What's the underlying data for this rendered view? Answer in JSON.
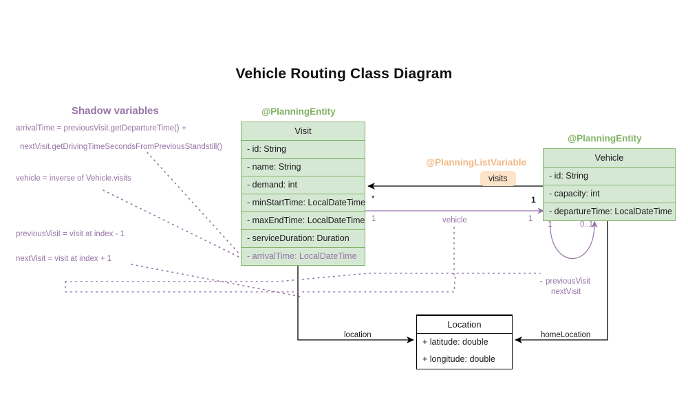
{
  "title": "Vehicle Routing Class Diagram",
  "colors": {
    "entity_fill": "#d5e8d4",
    "entity_stroke": "#82b366",
    "shadow_purple": "#9673a6",
    "list_variable_orange": "#f3b985",
    "badge_fill": "#fde3c8",
    "plain_stroke": "#000000"
  },
  "stereotypes": {
    "visit": "@PlanningEntity",
    "vehicle": "@PlanningEntity",
    "list_variable": "@PlanningListVariable"
  },
  "classes": {
    "visit": {
      "name": "Visit",
      "attributes": [
        "- id: String",
        "- name: String",
        "- demand: int",
        "- minStartTime: LocalDateTime",
        "- maxEndTime: LocalDateTime",
        "- serviceDuration: Duration",
        "- arrivalTime: LocalDateTime"
      ],
      "shadow_attribute_index": 6
    },
    "vehicle": {
      "name": "Vehicle",
      "attributes": [
        "- id: String",
        "- capacity: int",
        "- departureTime: LocalDateTime"
      ]
    },
    "location": {
      "name": "Location",
      "attributes": [
        "+ latitude: double",
        "+ longitude: double"
      ]
    }
  },
  "shadow_variables": {
    "heading": "Shadow variables",
    "notes": [
      "arrivalTime = previousVisit.getDepartureTime() +",
      "nextVisit.getDrivingTimeSecondsFromPreviousStandstill()",
      "vehicle = inverse of Vehicle.visits",
      "previousVisit = visit at index - 1",
      "nextVisit = visit at index + 1"
    ]
  },
  "edges": {
    "visits": {
      "label": "visits",
      "source_multiplicity": "1",
      "target_multiplicity": "*"
    },
    "vehicle": {
      "label": "vehicle",
      "source_multiplicity": "1",
      "target_multiplicity": "1"
    },
    "self_loop": {
      "source_multiplicity": "1",
      "target_multiplicity": "0..1"
    },
    "previous_visit": {
      "label": "previousVisit"
    },
    "next_visit": {
      "label": "nextVisit"
    },
    "location": {
      "label": "location"
    },
    "home_location": {
      "label": "homeLocation"
    }
  }
}
